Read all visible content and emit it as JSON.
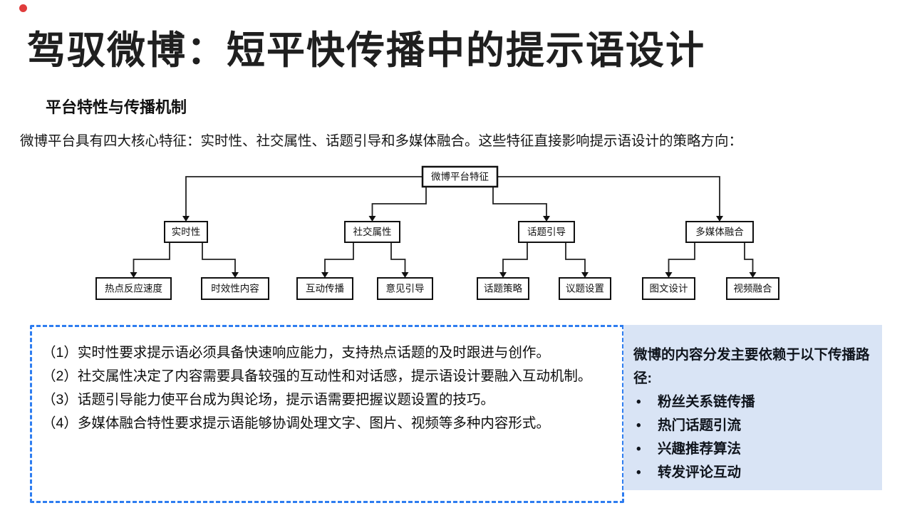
{
  "slide": {
    "title": "驾驭微博：短平快传播中的提示语设计",
    "section_heading": "平台特性与传播机制",
    "intro": "微博平台具有四大核心特征：实时性、社交属性、话题引导和多媒体融合。这些特征直接影响提示语设计的策略方向："
  },
  "tree": {
    "root": "微博平台特征",
    "branches": [
      {
        "label": "实时性",
        "children": [
          "热点反应速度",
          "时效性内容"
        ]
      },
      {
        "label": "社交属性",
        "children": [
          "互动传播",
          "意见引导"
        ]
      },
      {
        "label": "话题引导",
        "children": [
          "话题策略",
          "议题设置"
        ]
      },
      {
        "label": "多媒体融合",
        "children": [
          "图文设计",
          "视频融合"
        ]
      }
    ]
  },
  "callout": {
    "items": [
      "（1）实时性要求提示语必须具备快速响应能力，支持热点话题的及时跟进与创作。",
      "（2）社交属性决定了内容需要具备较强的互动性和对话感，提示语设计要融入互动机制。",
      "（3）话题引导能力使平台成为舆论场，提示语需要把握议题设置的技巧。",
      "（4）多媒体融合特性要求提示语能够协调处理文字、图片、视频等多种内容形式。"
    ]
  },
  "distribution": {
    "intro": "微博的内容分发主要依赖于以下传播路径:",
    "bullets": [
      "粉丝关系链传播",
      "热门话题引流",
      "兴趣推荐算法",
      "转发评论互动"
    ]
  },
  "colors": {
    "accent_blue": "#2e7df0",
    "panel_blue": "#d9e4f5",
    "node_border": "#111111",
    "text": "#1a1a1a",
    "red_dot": "#e03c3c"
  }
}
